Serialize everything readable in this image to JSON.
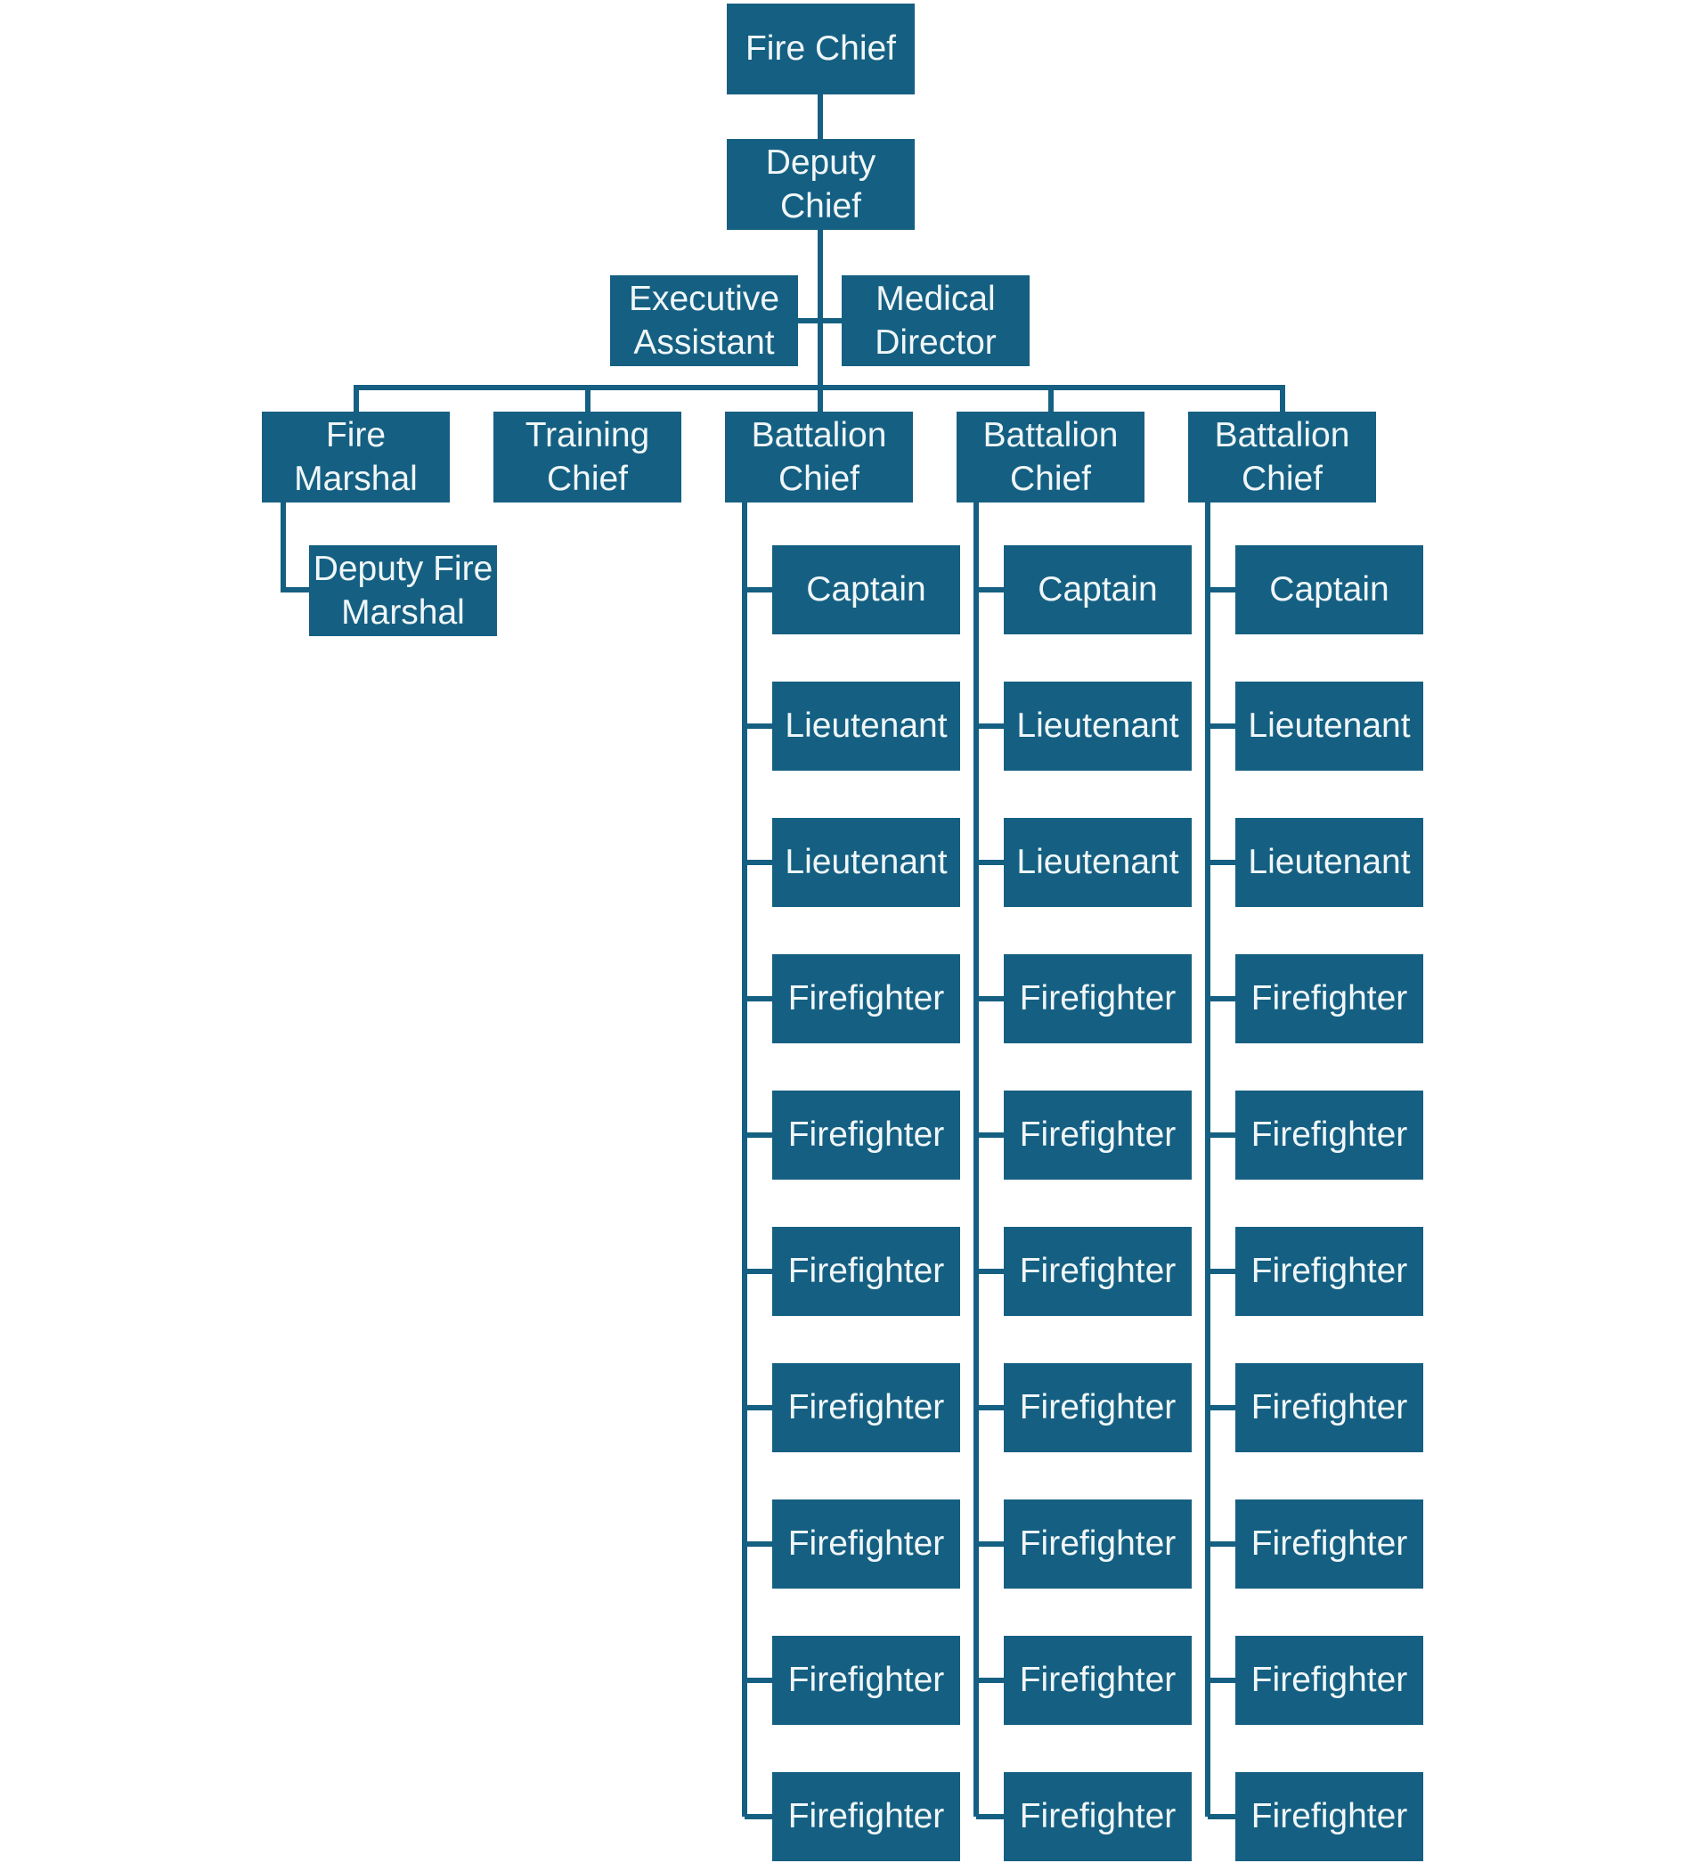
{
  "colors": {
    "node_fill": "#156082",
    "node_text": "#F0F6F8",
    "connector": "#156082",
    "background": "#FFFFFF"
  },
  "nodes": {
    "fire_chief": "Fire Chief",
    "deputy_chief": "Deputy Chief",
    "executive_assistant": "Executive Assistant",
    "medical_director": "Medical Director",
    "fire_marshal": "Fire Marshal",
    "deputy_fire_marshal": "Deputy Fire Marshal",
    "training_chief": "Training Chief"
  },
  "battalions": [
    {
      "chief": "Battalion Chief",
      "members": [
        "Captain",
        "Lieutenant",
        "Lieutenant",
        "Firefighter",
        "Firefighter",
        "Firefighter",
        "Firefighter",
        "Firefighter",
        "Firefighter",
        "Firefighter"
      ]
    },
    {
      "chief": "Battalion Chief",
      "members": [
        "Captain",
        "Lieutenant",
        "Lieutenant",
        "Firefighter",
        "Firefighter",
        "Firefighter",
        "Firefighter",
        "Firefighter",
        "Firefighter",
        "Firefighter"
      ]
    },
    {
      "chief": "Battalion Chief",
      "members": [
        "Captain",
        "Lieutenant",
        "Lieutenant",
        "Firefighter",
        "Firefighter",
        "Firefighter",
        "Firefighter",
        "Firefighter",
        "Firefighter",
        "Firefighter"
      ]
    }
  ]
}
